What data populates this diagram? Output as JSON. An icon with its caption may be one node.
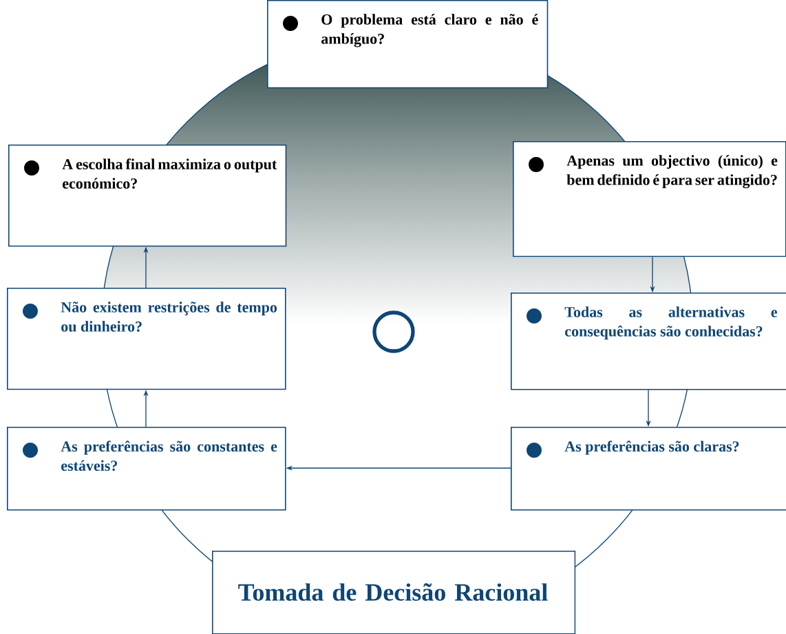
{
  "diagram": {
    "nodes": [
      {
        "text": [
          "O problema está claro e não é ambíguo?"
        ]
      },
      {
        "text": [
          "A escolha final maximiza o output económico?"
        ]
      },
      {
        "text": [
          "Apenas um objectivo (único) e bem definido é para ser atingido?"
        ]
      },
      {
        "text": [
          "Não existem restrições de tempo ou dinheiro?"
        ]
      },
      {
        "text": [
          "Todas as alternativas e consequências são conhecidas?"
        ]
      },
      {
        "text": [
          "As preferências são constantes e estáveis?"
        ]
      },
      {
        "text": [
          "As preferências são claras?"
        ]
      },
      {
        "text": [
          "Tomada de Decisão Racional"
        ]
      }
    ],
    "edges": [
      {
        "from": 2,
        "to": 4,
        "arrow": "to"
      },
      {
        "from": 4,
        "to": 6,
        "arrow": "to"
      },
      {
        "from": 6,
        "to": 5,
        "arrow": "to"
      },
      {
        "from": 5,
        "to": 3,
        "arrow": "to"
      },
      {
        "from": 3,
        "to": 1,
        "arrow": "to"
      }
    ]
  }
}
